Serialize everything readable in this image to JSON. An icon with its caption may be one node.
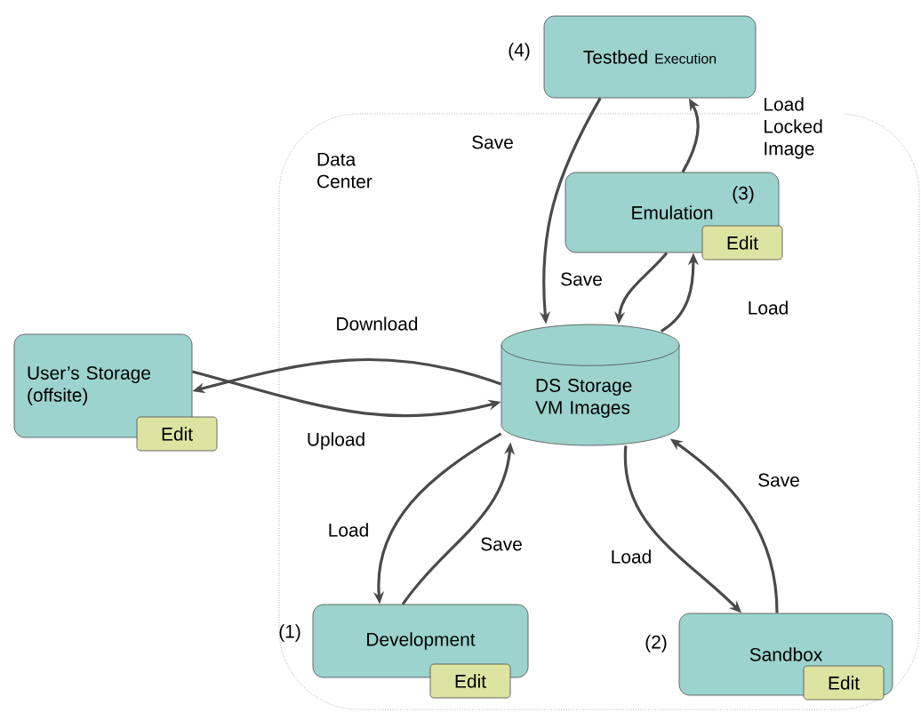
{
  "diagram": {
    "nodes": [
      {
        "text": [
          "Data Center"
        ]
      },
      {
        "text": [
          "Testbed",
          "Execution"
        ],
        "beside": [
          "(4)"
        ]
      },
      {
        "text": [
          "Emulation",
          "(3)"
        ],
        "in": 0
      },
      {
        "text": [
          "Edit"
        ],
        "in": 0
      },
      {
        "text": [
          "DS Storage VM Images"
        ],
        "in": 0
      },
      {
        "text": [
          "User’s Storage (offsite)"
        ]
      },
      {
        "text": [
          "Edit"
        ]
      },
      {
        "text": [
          "Development"
        ],
        "in": 0,
        "beside": [
          "(1)"
        ]
      },
      {
        "text": [
          "Edit"
        ],
        "in": 0
      },
      {
        "text": [
          "Sandbox"
        ],
        "in": 0,
        "beside": [
          "(2)"
        ]
      },
      {
        "text": [
          "Edit"
        ],
        "in": 0
      }
    ],
    "edges": [
      {
        "from": 1,
        "to": 4,
        "arrow": "to",
        "label": "Save"
      },
      {
        "from": 2,
        "to": 1,
        "arrow": "to",
        "label": "Load Locked Image"
      },
      {
        "from": 2,
        "to": 4,
        "arrow": "to",
        "label": "Save"
      },
      {
        "from": 4,
        "to": 2,
        "arrow": "to",
        "label": "Load"
      },
      {
        "from": 4,
        "to": 5,
        "arrow": "to",
        "label": "Download"
      },
      {
        "from": 5,
        "to": 4,
        "arrow": "to",
        "label": "Upload"
      },
      {
        "from": 4,
        "to": 7,
        "arrow": "to",
        "label": "Load"
      },
      {
        "from": 7,
        "to": 4,
        "arrow": "to",
        "label": "Save"
      },
      {
        "from": 4,
        "to": 9,
        "arrow": "to",
        "label": "Load"
      },
      {
        "from": 9,
        "to": 4,
        "arrow": "to",
        "label": "Save"
      }
    ]
  }
}
